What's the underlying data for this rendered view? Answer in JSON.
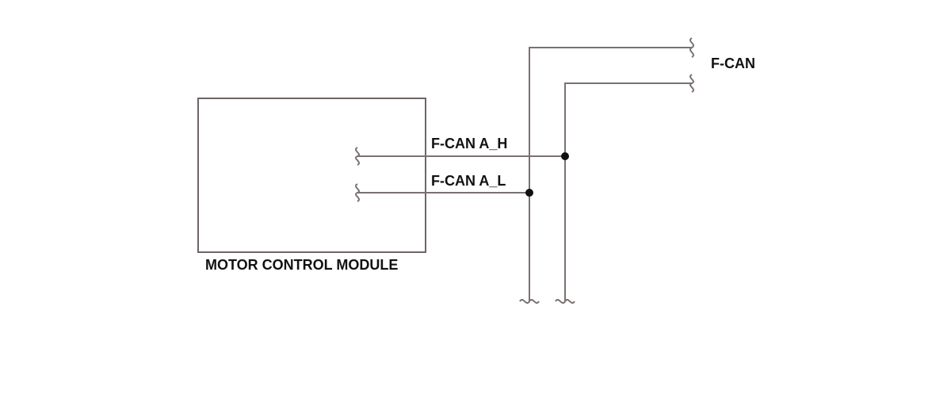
{
  "diagram": {
    "module_label": "MOTOR CONTROL MODULE",
    "bus_label": "F-CAN",
    "wire_high_label": "F-CAN A_H",
    "wire_low_label": "F-CAN A_L",
    "wire_color": "#7a7270",
    "node_color": "#111111"
  }
}
